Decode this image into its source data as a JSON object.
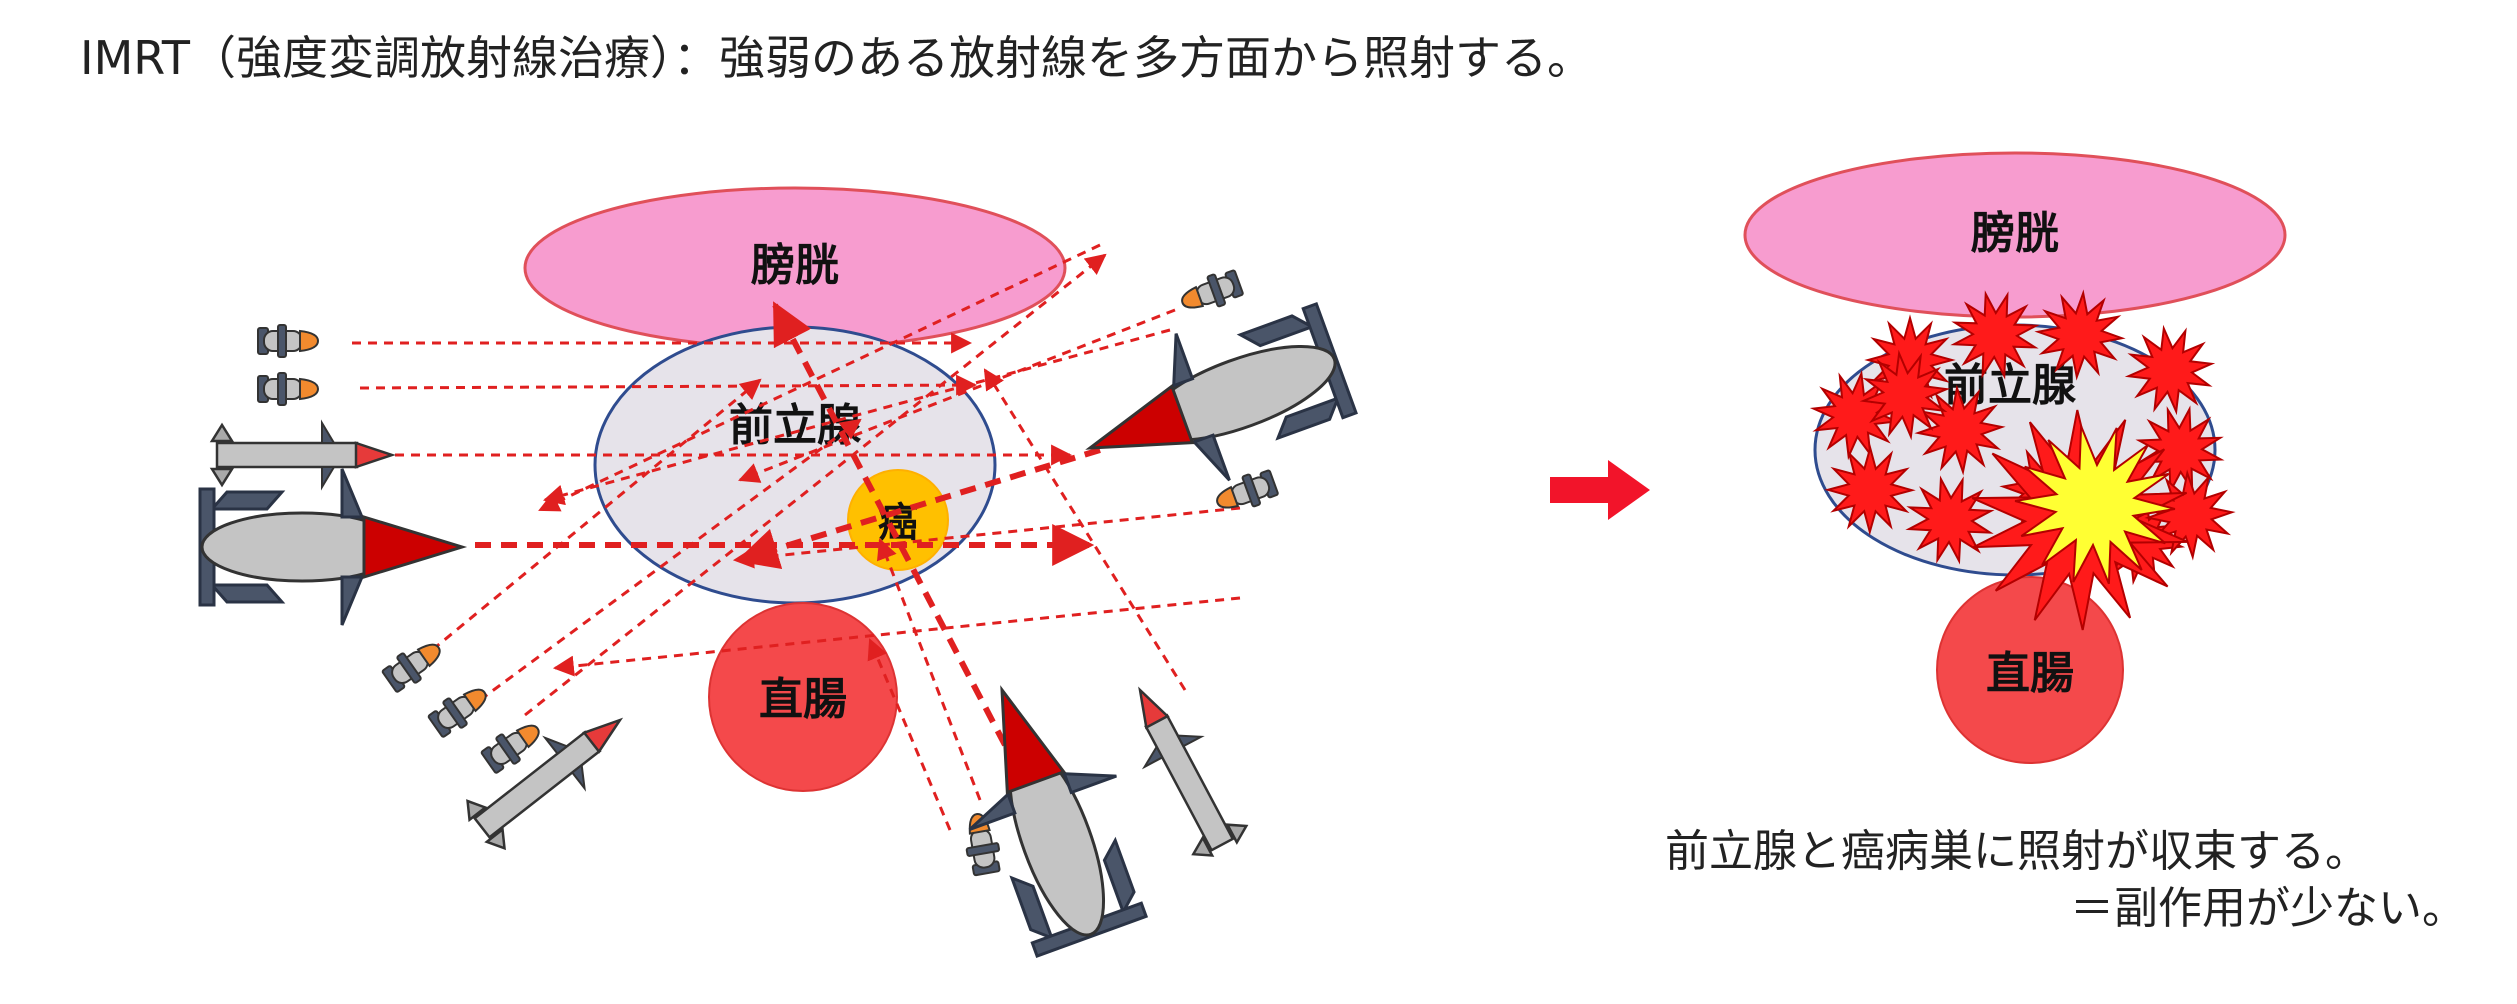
{
  "title": "IMRT（強度変調放射線治療）：強弱のある放射線を多方面から照射する。",
  "organs": {
    "bladder": "膀胱",
    "prostate": "前立腺",
    "cancer": "癌",
    "rectum": "直腸"
  },
  "result_note": {
    "line1": "前立腺と癌病巣に照射が収束する。",
    "line2": "＝副作用が少ない。"
  },
  "colors": {
    "bladder_fill": "#f79ccf",
    "bladder_stroke": "#e0505a",
    "prostate_fill": "#e6e3ea",
    "prostate_stroke": "#2f4c8f",
    "cancer_fill": "#ffc000",
    "rectum_fill": "#f4494b",
    "beam": "#e02020",
    "arrow": "#f2142a",
    "missile_body": "#c4c4c4",
    "missile_fin": "#4a5569",
    "missile_nose_red": "#cc0000",
    "missile_nose_orange": "#f28a2e",
    "burst_red": "#ff1a1a",
    "burst_yellow": "#ffff33"
  },
  "icons": [
    "missile-icon",
    "small-missile-icon",
    "explosion-icon",
    "right-arrow-icon"
  ]
}
